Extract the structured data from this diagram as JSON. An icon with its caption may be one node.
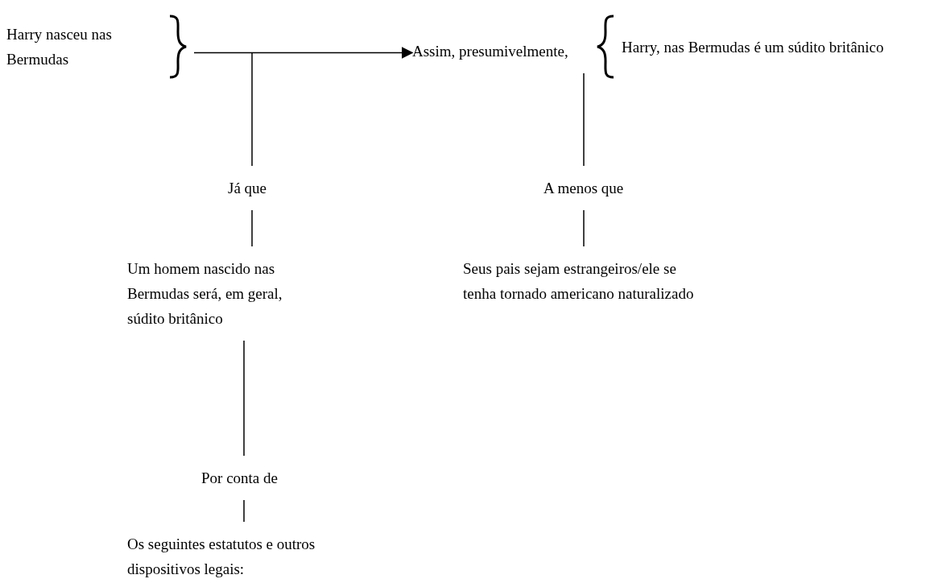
{
  "diagram": {
    "nodes": [
      {
        "text": [
          "Harry nasceu nas Bermudas"
        ]
      },
      {
        "text": [
          "Assim, presumivelmente,"
        ]
      },
      {
        "text": [
          "Harry, nas Bermudas é um súdito britânico"
        ]
      },
      {
        "text": [
          "Já que"
        ]
      },
      {
        "text": [
          "Um homem nascido nas Bermudas será, em geral, súdito britânico"
        ]
      },
      {
        "text": [
          "A menos que"
        ]
      },
      {
        "text": [
          "Seus pais sejam estrangeiros/ele se tenha tornado americano naturalizado"
        ]
      },
      {
        "text": [
          "Por conta de"
        ]
      },
      {
        "text": [
          "Os seguintes estatutos e outros dispositivos legais:"
        ]
      }
    ],
    "edges": [
      {
        "from": 0,
        "to": 1,
        "arrow": "to"
      },
      {
        "from": 3,
        "to": null,
        "arrow": "none"
      },
      {
        "from": 4,
        "to": 3,
        "arrow": "none"
      },
      {
        "from": 1,
        "to": 5,
        "arrow": "none"
      },
      {
        "from": 5,
        "to": 6,
        "arrow": "none"
      },
      {
        "from": 4,
        "to": 7,
        "arrow": "none"
      },
      {
        "from": 7,
        "to": 8,
        "arrow": "none"
      }
    ]
  }
}
